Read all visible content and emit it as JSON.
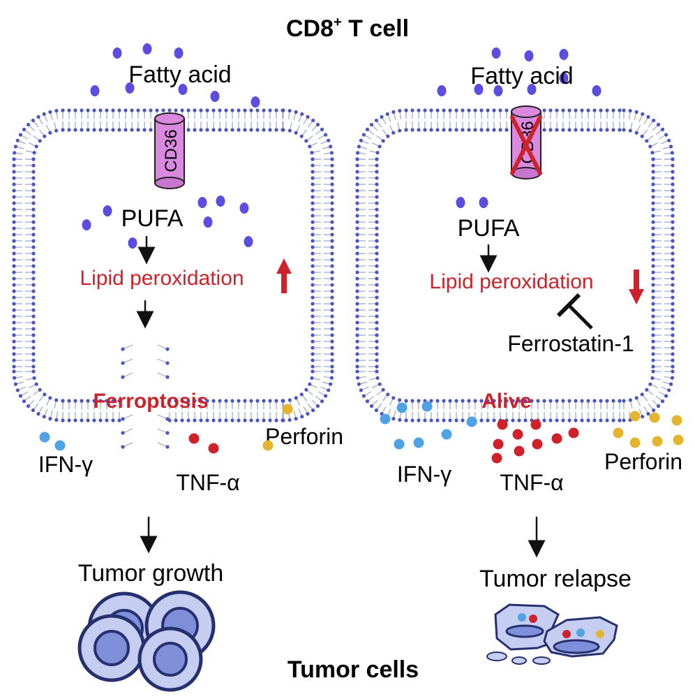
{
  "title": "CD8",
  "title_superscript": "+",
  "title_suffix": " T cell",
  "bottom_title": "Tumor cells",
  "left_cell": {
    "fatty_acid": "Fatty acid",
    "transporter": "CD36",
    "pufa": "PUFA",
    "lipid_peroxidation": "Lipid peroxidation",
    "state": "Ferroptosis",
    "cytokines": [
      "IFN-γ",
      "TNF-α",
      "Perforin"
    ],
    "outcome": "Tumor growth"
  },
  "right_cell": {
    "fatty_acid": "Fatty acid",
    "transporter": "CD36",
    "pufa": "PUFA",
    "lipid_peroxidation": "Lipid peroxidation",
    "inhibitor": "Ferrostatin-1",
    "state": "Alive",
    "cytokines": [
      "IFN-γ",
      "TNF-α",
      "Perforin"
    ],
    "outcome": "Tumor relapse"
  },
  "colors": {
    "membrane": "#9aa4c8",
    "membrane_head": "#4a55c0",
    "fatty_acid": "#5a4de0",
    "cd36": "#d98adf",
    "red_text": "#cc2229",
    "ifn": "#4fa3e4",
    "tnf": "#d0202a",
    "perforin": "#e3b52e",
    "tumor_fill": "#c5cdf0",
    "tumor_stroke": "#27306e"
  },
  "icons": {
    "up_arrow": "red-up-arrow-icon",
    "down_arrow": "red-down-arrow-icon",
    "inhibition": "inhibition-bar-icon",
    "cross": "red-cross-icon"
  }
}
